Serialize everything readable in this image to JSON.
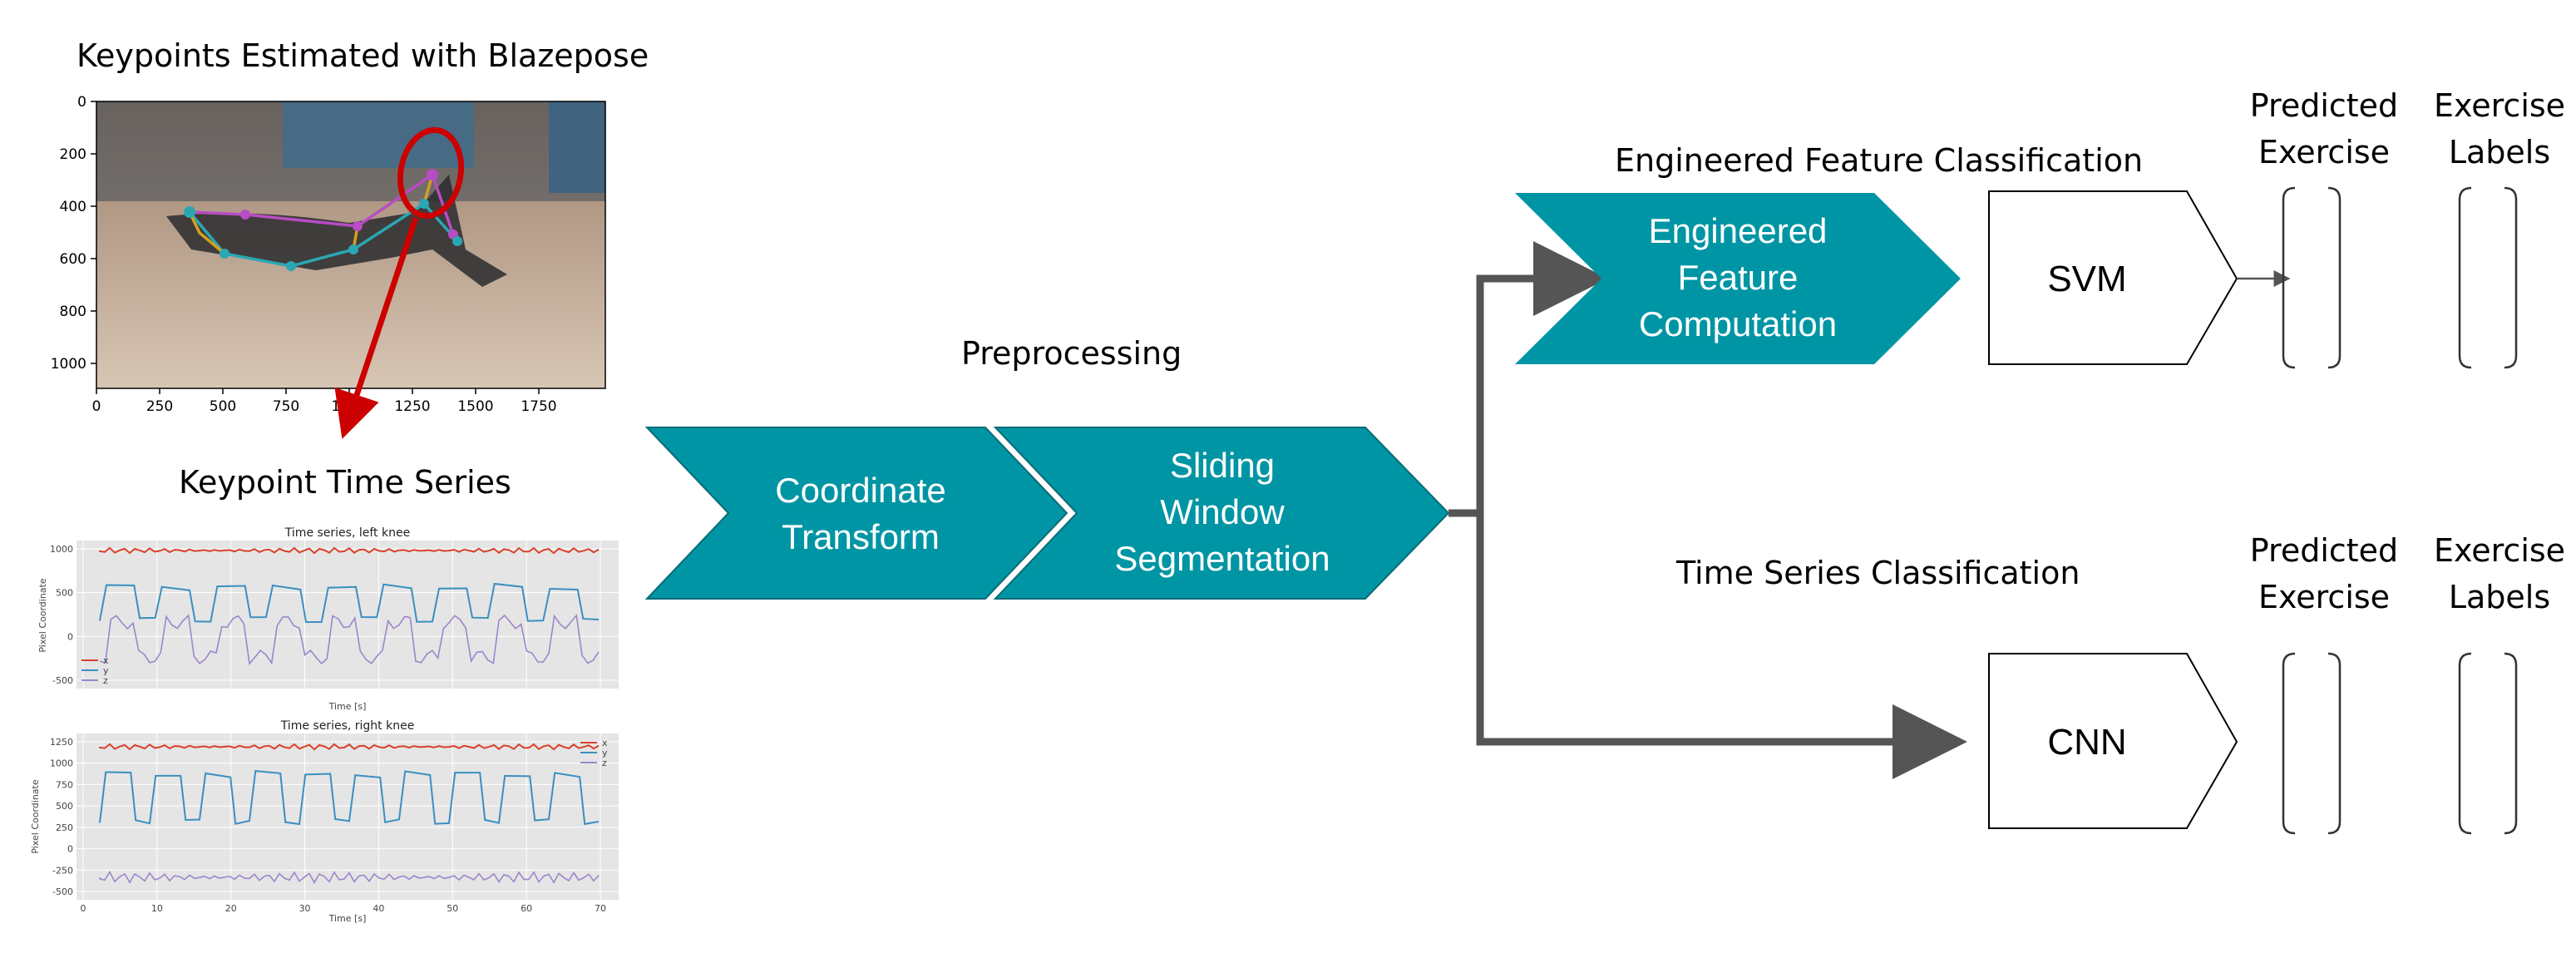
{
  "titles": {
    "keypoints": "Keypoints Estimated with Blazepose",
    "timeseries": "Keypoint Time Series",
    "preprocessing": "Preprocessing",
    "engineered_classification": "Engineered Feature Classification",
    "timeseries_classification": "Time Series Classification"
  },
  "boxes": {
    "coordinate_transform": [
      "Coordinate",
      "Transform"
    ],
    "sliding_window": [
      "Sliding",
      "Window",
      "Segmentation"
    ],
    "feature_computation": [
      "Engineered",
      "Feature",
      "Computation"
    ],
    "svm": "SVM",
    "cnn": "CNN"
  },
  "columns": {
    "predicted": [
      "Predicted",
      "Exercise"
    ],
    "labels": [
      "Exercise",
      "Labels"
    ]
  },
  "pose_plot": {
    "x_ticks": [
      "0",
      "250",
      "500",
      "750",
      "1000",
      "1250",
      "1500",
      "1750"
    ],
    "y_ticks": [
      "0",
      "200",
      "400",
      "600",
      "800",
      "1000"
    ]
  },
  "timeseries_plots": [
    {
      "title": "Time series, left knee",
      "xlabel": "Time [s]",
      "ylabel": "Pixel Coordinate",
      "y_ticks": [
        "1000",
        "500",
        "0",
        "-500"
      ],
      "legend": [
        "x",
        "y",
        "z"
      ]
    },
    {
      "title": "Time series, right knee",
      "xlabel": "Time [s]",
      "ylabel": "Pixel Coordinate",
      "y_ticks": [
        "1250",
        "1000",
        "750",
        "500",
        "250",
        "0",
        "-250",
        "-500"
      ],
      "x_ticks": [
        "0",
        "10",
        "20",
        "30",
        "40",
        "50",
        "60",
        "70"
      ],
      "legend": [
        "x",
        "y",
        "z"
      ]
    }
  ],
  "colors": {
    "teal": "#0095a4",
    "arrow_gray": "#555555",
    "highlight_red": "#cc0000",
    "series_x": "#d9402b",
    "series_y": "#3a8fc0",
    "series_z": "#9b86cc"
  }
}
